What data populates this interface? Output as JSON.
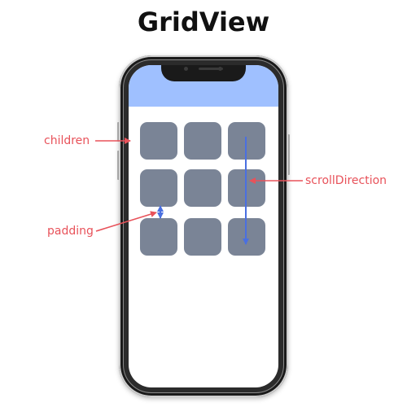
{
  "title": "GridView",
  "labels": {
    "children": "children",
    "padding": "padding",
    "scroll_direction": "scrollDirection"
  },
  "colors": {
    "app_bar": "#9fc0ff",
    "tile": "#7a8496",
    "annotation": "#e8525a",
    "indicator": "#4a6fe0"
  }
}
